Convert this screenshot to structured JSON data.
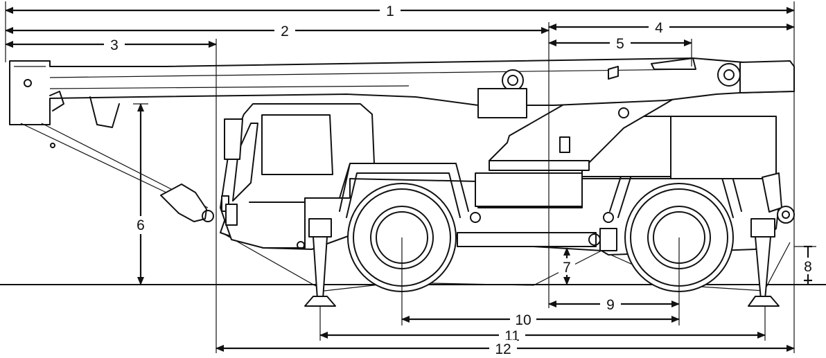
{
  "diagram": {
    "labels": {
      "d1": "1",
      "d2": "2",
      "d3": "3",
      "d4": "4",
      "d5": "5",
      "d6": "6",
      "d7": "7",
      "d8": "8",
      "d9": "9",
      "d10": "10",
      "d11": "11",
      "d12": "12"
    }
  }
}
